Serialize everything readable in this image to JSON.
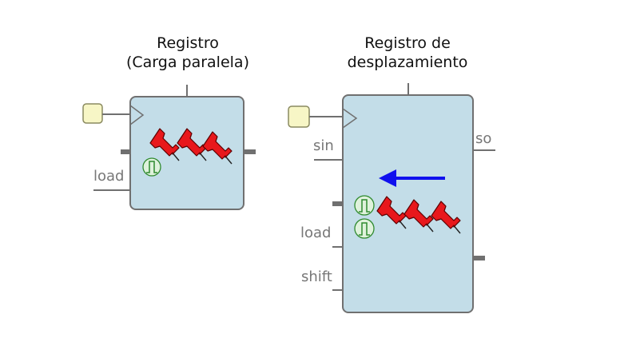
{
  "colors": {
    "box_fill": "#c3dde8",
    "box_stroke": "#707070",
    "wire": "#707070",
    "clock_fill": "#f7f6c6",
    "clock_stroke": "#8a8a60",
    "pulse_fill": "#dff2dc",
    "pulse_stroke": "#2f8a2f",
    "pin_color": "#e8181c",
    "arrow_color": "#1010ee"
  },
  "register_parallel": {
    "title_line1": "Registro",
    "title_line2": "(Carga paralela)",
    "load_label": "load",
    "icons": [
      "clock-input-icon",
      "pulse-icon",
      "pushpin-icon",
      "pushpin-icon",
      "pushpin-icon"
    ]
  },
  "register_shift": {
    "title_line1": "Registro de",
    "title_line2": "desplazamiento",
    "sin_label": "sin",
    "so_label": "so",
    "load_label": "load",
    "shift_label": "shift",
    "icons": [
      "clock-input-icon",
      "left-arrow-icon",
      "pulse-icon",
      "pulse-icon",
      "pushpin-icon",
      "pushpin-icon",
      "pushpin-icon"
    ]
  }
}
